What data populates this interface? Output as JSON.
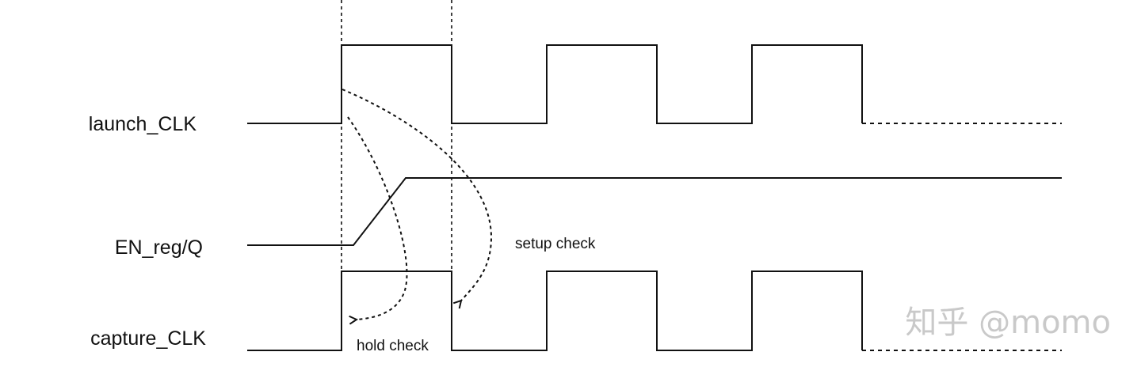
{
  "signals": [
    {
      "label": "launch_CLK"
    },
    {
      "label": "EN_reg/Q"
    },
    {
      "label": "capture_CLK"
    }
  ],
  "annotations": {
    "setup": "setup check",
    "hold": "hold check"
  },
  "watermark": "知乎 @momo",
  "colors": {
    "line": "#111111",
    "watermark": "#c9c9c9"
  }
}
